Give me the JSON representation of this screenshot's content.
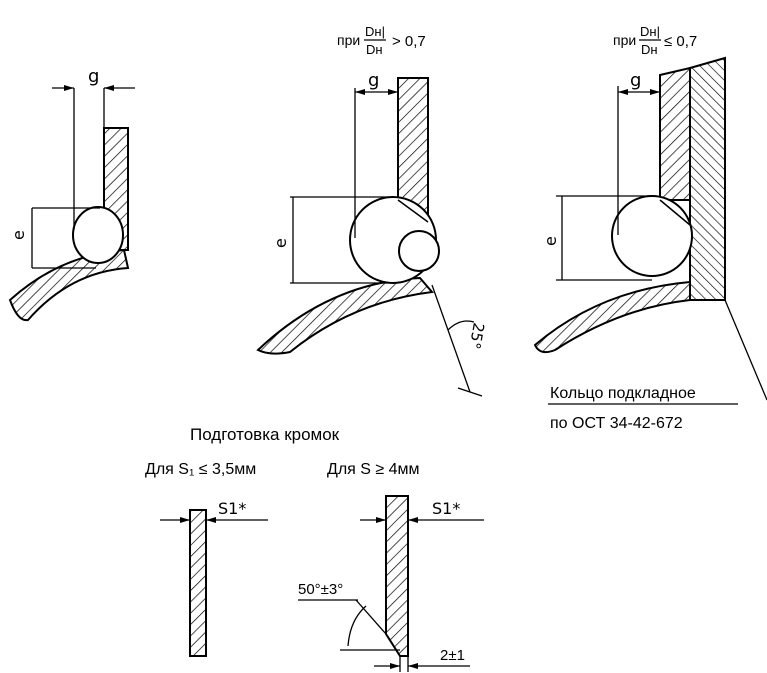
{
  "detail1": {
    "gap_label": "g",
    "height_label": "e"
  },
  "detail2": {
    "condition_prefix": "при",
    "ratio_numerator": "Dн|",
    "ratio_denominator": "Dн",
    "condition_op": "> 0,7",
    "gap_label": "g",
    "height_label": "e",
    "angle_label": "25°"
  },
  "detail3": {
    "condition_prefix": "при",
    "ratio_numerator": "Dн|",
    "ratio_denominator": "Dн",
    "condition_op": "≤ 0,7",
    "gap_label": "g",
    "height_label": "e",
    "ring_label_line1": "Кольцо подкладное",
    "ring_label_line2": "по ОСТ 34-42-672"
  },
  "edge_prep": {
    "title": "Подготовка кромок",
    "case1_label": "Для S₁ ≤ 3,5мм",
    "case1_thickness": "S1*",
    "case2_label": "Для S  ≥ 4мм",
    "case2_thickness": "S1*",
    "bevel_angle": "50°±3°",
    "root_gap": "2±1"
  }
}
